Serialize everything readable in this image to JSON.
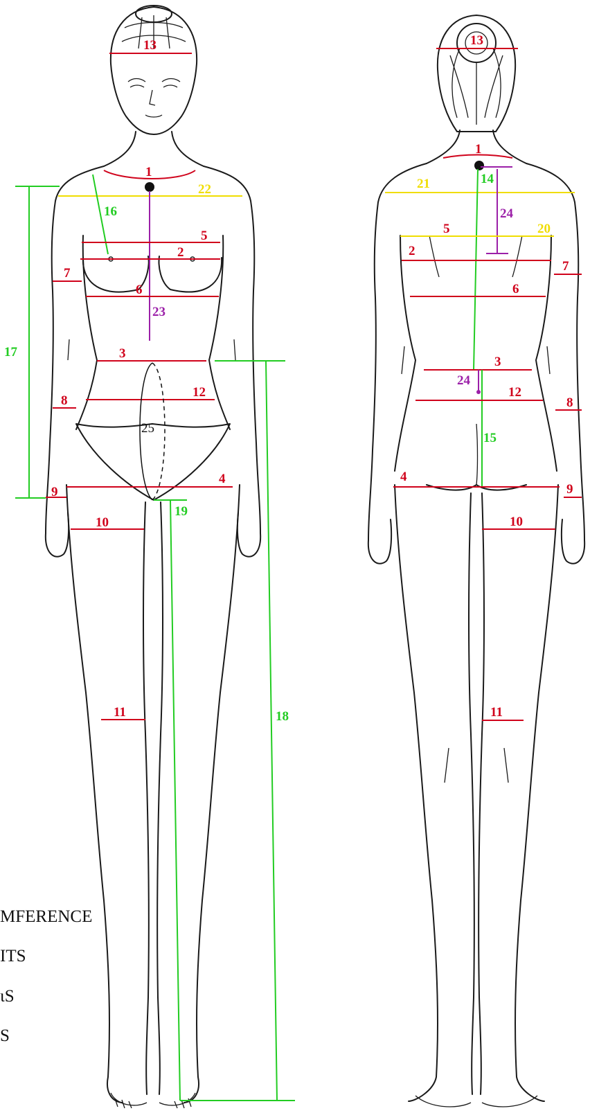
{
  "colors": {
    "circumference": "#d0021b",
    "heights": "#22cc22",
    "widths": "#f0dd00",
    "lengths": "#9b1fa8",
    "outline": "#1a1a1a"
  },
  "legend": [
    {
      "text": "MFERENCE"
    },
    {
      "text": "ITS"
    },
    {
      "text": "ιS"
    },
    {
      "text": "S"
    }
  ],
  "front_view": {
    "labels": {
      "m1": "1",
      "m2": "2",
      "m3": "3",
      "m4": "4",
      "m5": "5",
      "m6": "6",
      "m7": "7",
      "m8": "8",
      "m9": "9",
      "m10": "10",
      "m11": "11",
      "m12": "12",
      "m13": "13",
      "m16": "16",
      "m17": "17",
      "m18": "18",
      "m19": "19",
      "m22": "22",
      "m23": "23",
      "m25": "25"
    }
  },
  "back_view": {
    "labels": {
      "m1": "1",
      "m2": "2",
      "m3": "3",
      "m4": "4",
      "m5": "5",
      "m6": "6",
      "m7": "7",
      "m8": "8",
      "m9": "9",
      "m10": "10",
      "m11": "11",
      "m12": "12",
      "m13": "13",
      "m14": "14",
      "m15": "15",
      "m20": "20",
      "m21": "21",
      "m24a": "24",
      "m24b": "24"
    }
  }
}
